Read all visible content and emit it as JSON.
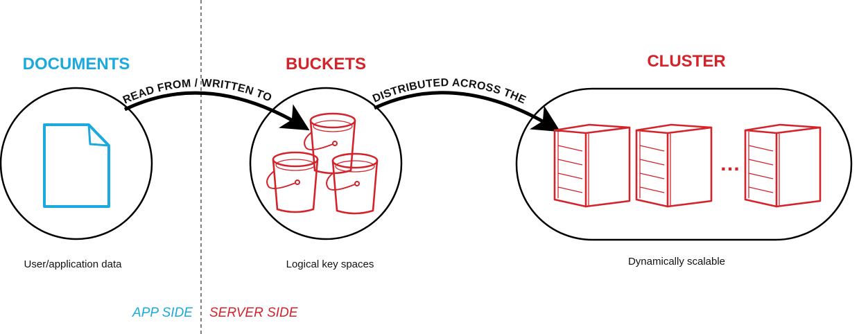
{
  "colors": {
    "app": "#1ba9de",
    "server": "#d3232b",
    "line": "#000000"
  },
  "documents": {
    "title": "DOCUMENTS",
    "caption": "User/application data",
    "icon": "document-icon"
  },
  "buckets": {
    "title": "BUCKETS",
    "caption": "Logical key spaces",
    "icon": "bucket-icon"
  },
  "cluster": {
    "title": "CLUSTER",
    "caption": "Dynamically scalable",
    "icon": "server-icon",
    "ellipsis": "…"
  },
  "arrows": {
    "read_write": "READ FROM / WRITTEN TO",
    "distributed": "DISTRIBUTED ACROSS THE"
  },
  "sides": {
    "app": "APP SIDE",
    "server": "SERVER SIDE"
  }
}
